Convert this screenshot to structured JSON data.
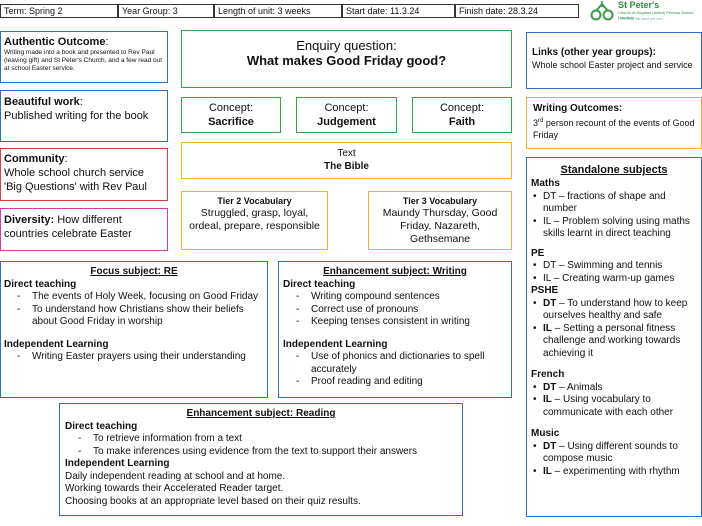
{
  "header": {
    "term": "Term: Spring 2",
    "year_group": "Year Group: 3",
    "length": "Length of unit: 3 weeks",
    "start": "Start date: 11.3.24",
    "finish": "Finish date: 28.3.24"
  },
  "logo": {
    "name": "St Peter's",
    "subtitle": "Church of England (Aided) Primary School",
    "location": "Harefield",
    "tagline": "Learning the best we can..."
  },
  "authentic": {
    "title": "Authentic Outcome",
    "colon": ":",
    "body": "Writing made into a book and presented to Rev Paul (leaving gift) and St Peter's Church, and a few read out at school Easter service."
  },
  "enquiry": {
    "label": "Enquiry question:",
    "question": "What makes Good Friday good?"
  },
  "links": {
    "title": "Links (other year groups):",
    "body": "Whole school Easter project and service"
  },
  "beautiful": {
    "title": "Beautiful work",
    "colon": ":",
    "body": "Published writing for the book"
  },
  "concepts": [
    {
      "label": "Concept:",
      "value": "Sacrifice"
    },
    {
      "label": "Concept:",
      "value": "Judgement"
    },
    {
      "label": "Concept:",
      "value": "Faith"
    }
  ],
  "writing_outcomes": {
    "title": "Writing Outcomes:",
    "body_pre": "3",
    "body_sup": "rd",
    "body_post": " person recount of the events of Good Friday"
  },
  "community": {
    "title": "Community",
    "colon": ":",
    "line1": "Whole school church service",
    "line2": "'Big Questions' with Rev Paul"
  },
  "text": {
    "label": "Text",
    "value": "The Bible"
  },
  "diversity": {
    "title": "Diversity:",
    "body": " How different countries celebrate Easter"
  },
  "tier2": {
    "title": "Tier 2 Vocabulary",
    "body": "Struggled, grasp, loyal, ordeal, prepare, responsible"
  },
  "tier3": {
    "title": "Tier 3 Vocabulary",
    "body": "Maundy Thursday, Good Friday, Nazareth, Gethsemane"
  },
  "standalone": {
    "title": "Standalone  subjects",
    "maths": {
      "title": "Maths",
      "items": [
        "DT – fractions of shape and number",
        "IL – Problem solving using maths skills learnt in direct teaching"
      ]
    },
    "pe": {
      "title": "PE",
      "items": [
        "DT – Swimming and tennis",
        "IL – Creating warm-up games"
      ]
    },
    "pshe": {
      "title": "PSHE",
      "items": [
        {
          "b": "DT",
          "t": " – To understand how to keep ourselves healthy and safe"
        },
        {
          "b": "IL",
          "t": " – Setting a personal fitness challenge and working towards achieving it"
        }
      ]
    },
    "french": {
      "title": "French",
      "items": [
        {
          "b": "DT",
          "t": " – Animals"
        },
        {
          "b": "IL",
          "t": " – Using vocabulary to communicate with each other"
        }
      ]
    },
    "music": {
      "title": "Music",
      "items": [
        {
          "b": "DT",
          "t": " – Using different sounds to compose music"
        },
        {
          "b": "IL",
          "t": " – experimenting with rhythm"
        }
      ]
    }
  },
  "re": {
    "title": "Focus subject: RE",
    "direct_title": "Direct teaching",
    "direct": [
      "The events of Holy Week, focusing on Good Friday",
      "To understand how Christians show their beliefs about Good Friday in worship"
    ],
    "indep_title": "Independent Learning",
    "indep": [
      "Writing Easter prayers using their understanding"
    ]
  },
  "writing": {
    "title": "Enhancement subject: Writing",
    "direct_title": "Direct teaching",
    "direct": [
      "Writing compound sentences",
      "Correct use of pronouns",
      "Keeping tenses consistent in writing"
    ],
    "indep_title": "Independent Learning",
    "indep": [
      "Use of phonics and dictionaries to spell accurately",
      "Proof reading and editing"
    ]
  },
  "reading": {
    "title": "Enhancement subject: Reading",
    "direct_title": "Direct teaching",
    "direct": [
      "To retrieve information from a text",
      "To make inferences using evidence from the text to support their answers"
    ],
    "indep_title": "Independent Learning",
    "lines": [
      "Daily independent reading at school and at home.",
      "Working towards their Accelerated Reader target.",
      "Choosing books at an appropriate level based on their quiz results."
    ]
  }
}
